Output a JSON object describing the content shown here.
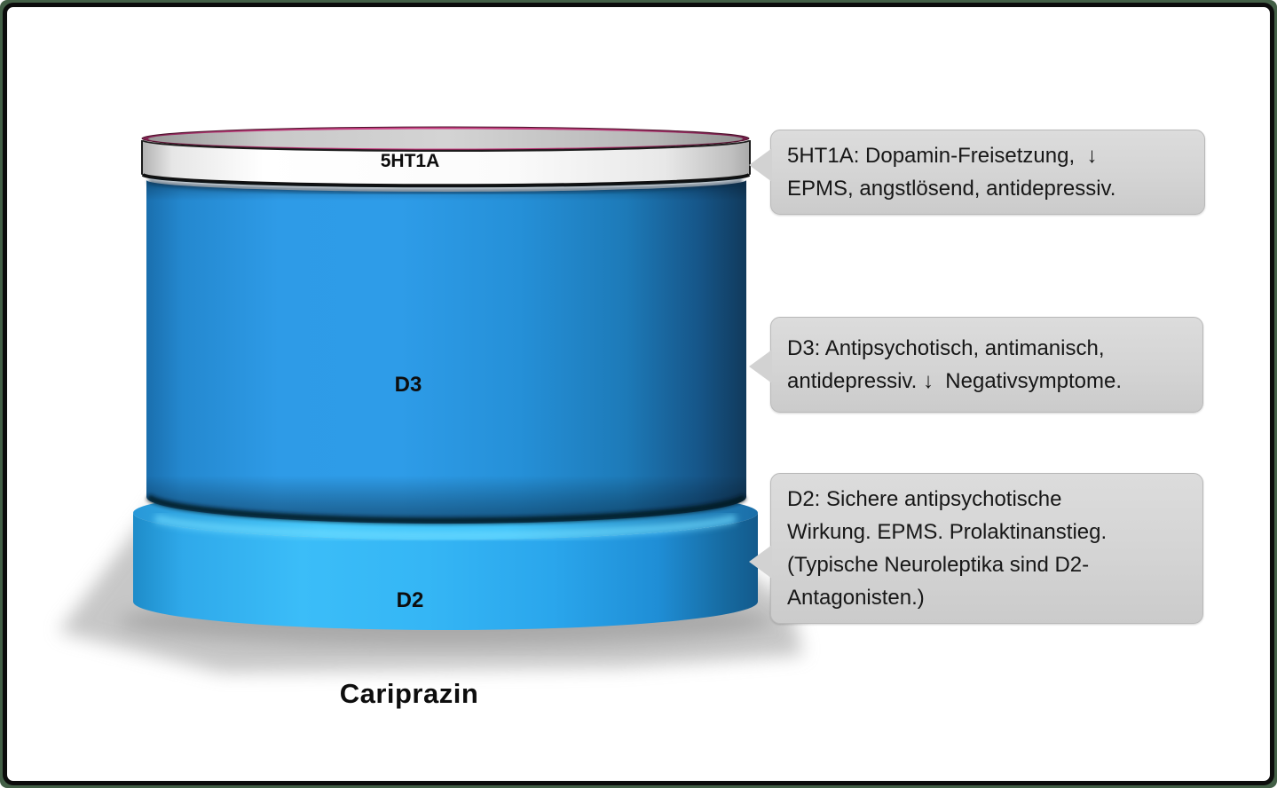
{
  "diagram": {
    "title": "Cariprazin",
    "segments": [
      {
        "id": "5ht1a",
        "label": "5HT1A",
        "band_color": "#f5f5f5",
        "rim_color": "#c2407e"
      },
      {
        "id": "d3",
        "label": "D3",
        "body_color": "#2492dc"
      },
      {
        "id": "d2",
        "label": "D2",
        "body_color": "#2fb0f0"
      }
    ],
    "callouts": [
      {
        "for": "5HT1A",
        "lines": [
          "5HT1A: Dopamin-Freisetzung,  ↓",
          "EPMS, angstlösend, antidepressiv."
        ]
      },
      {
        "for": "D3",
        "lines": [
          "D3: Antipsychotisch, antimanisch,",
          "antidepressiv. ↓  Negativsymptome."
        ]
      },
      {
        "for": "D2",
        "lines": [
          "D2: Sichere antipsychotische",
          "Wirkung. EPMS. Prolaktinanstieg.",
          "(Typische Neuroleptika sind D2-",
          "Antagonisten.)"
        ]
      }
    ],
    "colors": {
      "callout_bg": "#d6d6d6",
      "frame_green": "#435f46",
      "frame_black": "#0c0c0c",
      "d3_blue": "#2492dc",
      "d2_cyan": "#2fb0f0",
      "rim_magenta": "#c2407e"
    }
  }
}
